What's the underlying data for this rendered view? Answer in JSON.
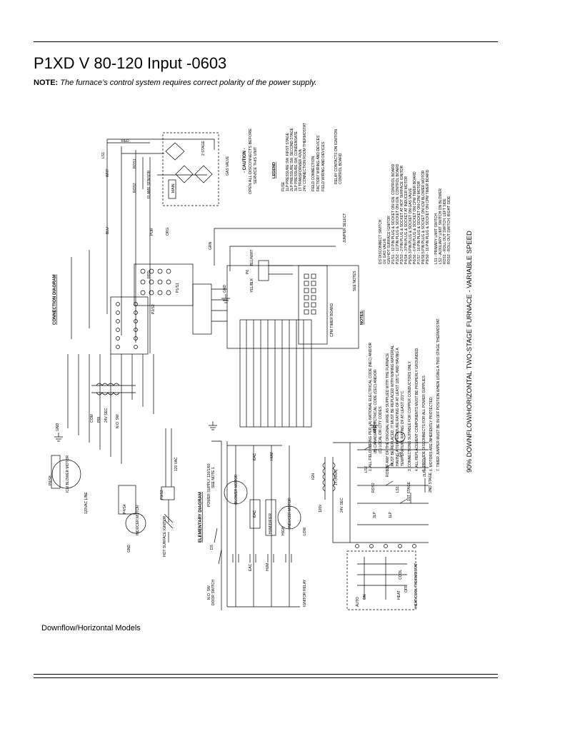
{
  "page": {
    "title": "P1XD V 80-120 Input  -0603",
    "note_label": "NOTE:",
    "note_text": "The furnace’s control system requires correct polarity of the power supply.",
    "footer_caption": "Downflow/Horizontal Models"
  },
  "diagram": {
    "heading_connection": "CONNECTION DIAGRAM",
    "heading_elementary": "ELEMENTARY DIAGRAM",
    "heading_legend": "LEGEND",
    "heading_notes": "NOTES:",
    "side_title": "90% DOWNFLOW/HORIZONTAL TWO-STAGE FURNACE - VARIABLE SPEED",
    "caution_title": "- CAUTION -",
    "caution_lines": [
      "OPEN ALL DISCONNECTS BEFORE",
      "SERVICE THIS UNIT"
    ],
    "legend_items": [
      "FUSE",
      "1LP PRESSURE SW, FIRST STAGE",
      "2LP PRESSURE SW, SECOND STAGE",
      "3LP PRESSURE SW, CONDENSATE",
      "1T TRANSFORMER 40VA",
      "24V CONNECTION ROOM THERMOSTAT",
      "FIELD CONNECTION",
      "FACTORY WIRING AND DEVICES",
      "FIELD WIRING AND DEVICES",
      "RELAY CONTACTS ON IGNITION",
      "CONTROL BOARD"
    ],
    "abbreviations": [
      "DS DISCONNECT SWITCH",
      "GV GAS VALVE",
      "IGN HOT SURFACE IGNITOR",
      "P1/S1 - 12 PIN PLUG & SOCKET ON IGN. CONTROL BOARD",
      "P2/S2 - 12 PIN PLUG & SOCKET ON IGN. CONTROL BOARD",
      "P3/S3 - 2 PIN PLUG & SOCKET AT HOT SURFACE IGNITOR",
      "P4/S4 - 3 PIN PLUG & SOCKET AT INDUCER MOTOR",
      "P5/S5 3 PIN PLUG & SOCKET ON GAS VALVE",
      "P6/S6 - 6 PIN PLUG & SOCKET ON CPM TIMER BOARD",
      "P7/S7 - 16 PIN PLUG & SOCKET ON CPM MOTOR",
      "P8/S8 5 PIN PLUG & SOCKET ON ICM BLOWER MOTOR",
      "P9/S9 - 16 PIN PLUG & SOCKET ON CPM TIMER BOARD",
      "LS1 - PRIMARY LIMIT SWITCH",
      "LS2 - AUXILIARY LIMIT SWITCH ON BLOWER",
      "ROS1 - ROLL OUT SWITCH, LEFT SIDE",
      "ROS2 - ROLL OUT SWITCH, RIGHT SIDE"
    ],
    "notes": [
      "1. ALL FIELD WIRING PER: (A) NATIONAL ELECTRICAL CODE (NEC) AND/OR",
      "(B) CANADIAN ELECTRICAL CODE (CEC) AND/OR",
      "(C) LOCAL OR CITY CODES.",
      "2. IF ANY OF THE ORIGINAL WIRE AS SUPPLIED WITH THE FURNACE",
      "MUST BE REPLACED, IT MUST BE REPLACED WITH WIRING MATERIAL",
      "HAVING A TEMPERATURE RATING OF AT LEAST 105°C AND HAVING A",
      "TEMPERATURE RATING OF AT LEAST 221°C.",
      "3. CONNECTIONS SUITABLE FOR COPPER CONDUCTORS ONLY.",
      "4. ALL REPLACEMENT COMPONENTS MUST BE PROPERLY GROUNDED.",
      "5. PROVIDE DISCONNECTS FOR ALL POWER SUPPLIES.",
      "6. MOTORS ARE INHERENTLY PROTECTED.",
      "7. TIMER JUMPER MUST BE IN OFF POSITION WHEN USING A TWO STAGE THERMOSTAT."
    ],
    "conn_labels": {
      "ls1": "LS1",
      "red": "RED",
      "wht": "WHT",
      "blu": "BLU",
      "org": "ORG",
      "pur": "PUR",
      "grn": "GRN",
      "blk": "BLK",
      "yel": "YEL",
      "brn": "BRN",
      "gnd": "GND",
      "flame_sensor": "FLAME SENSOR",
      "two_stage": "2 STAGE",
      "gas_valve": "GAS VALVE",
      "main": "MAIN",
      "ros1": "ROS1",
      "ros2": "ROS2",
      "p1s1": "P1/S1",
      "p2s2": "P2/S2",
      "p3s3": "P3/S3",
      "p4s4": "P4/S4",
      "p5s5": "P5/S5",
      "p6": "P6",
      "p8s8": "P8/S8",
      "icm_blower": "ICM BLOWER MOTOR",
      "inducer_motor": "INDUCER MOTOR",
      "hot_surface_ignitor": "HOT SURFACE IGNITOR",
      "door_switch": "DOOR SWITCH",
      "hv_120vac": "120 VAC",
      "line_120vac": "120VAC LINE",
      "cpm_timer_board": "CPM TIMER BOARD",
      "see_notes": "SEE NOTES",
      "jumper_select": "JUMPER SELECT",
      "blu_wht": "BLU/WHT",
      "yel_blk": "YEL/BLK",
      "com": "COM",
      "pri": "PRI",
      "sec_24v": "24V SEC",
      "nsw": "N.O. SW"
    },
    "elem_labels": {
      "power_supply": "POWER SUPPLY 120/1/60",
      "see_note_1": "SEE NOTE 1",
      "ds": "DS",
      "no_sw": "N.O. SW",
      "door_switch": "DOOR SWITCH",
      "eac": "EAC",
      "hum": "HUM",
      "humidifier": "HUMIDIFIER",
      "blower_motor": "BLOWER MOTOR",
      "inducer_motor": "INDUCER MOTOR",
      "ign": "IGN",
      "ignitor_relay": "IGNITOR RELAY",
      "high": "HIGH",
      "low": "LOW",
      "transformer": "1T (40VA)",
      "v120": "120V",
      "v24": "24V SEC",
      "gnd": "GND",
      "ls1": "LS1",
      "ls2": "LS2",
      "ros1": "ROS1",
      "ros2": "ROS2",
      "first_stage": "1ST STAGE",
      "second_stage": "2ND STAGE",
      "lp1": "1LP",
      "lp2": "2LP",
      "lp3": "3LP",
      "gv": "GV",
      "thermostat": "HEAT/COOL THERMOSTAT",
      "auto": "AUTO",
      "on": "ON",
      "heat": "HEAT",
      "off": "OFF",
      "cool": "COOL"
    }
  }
}
